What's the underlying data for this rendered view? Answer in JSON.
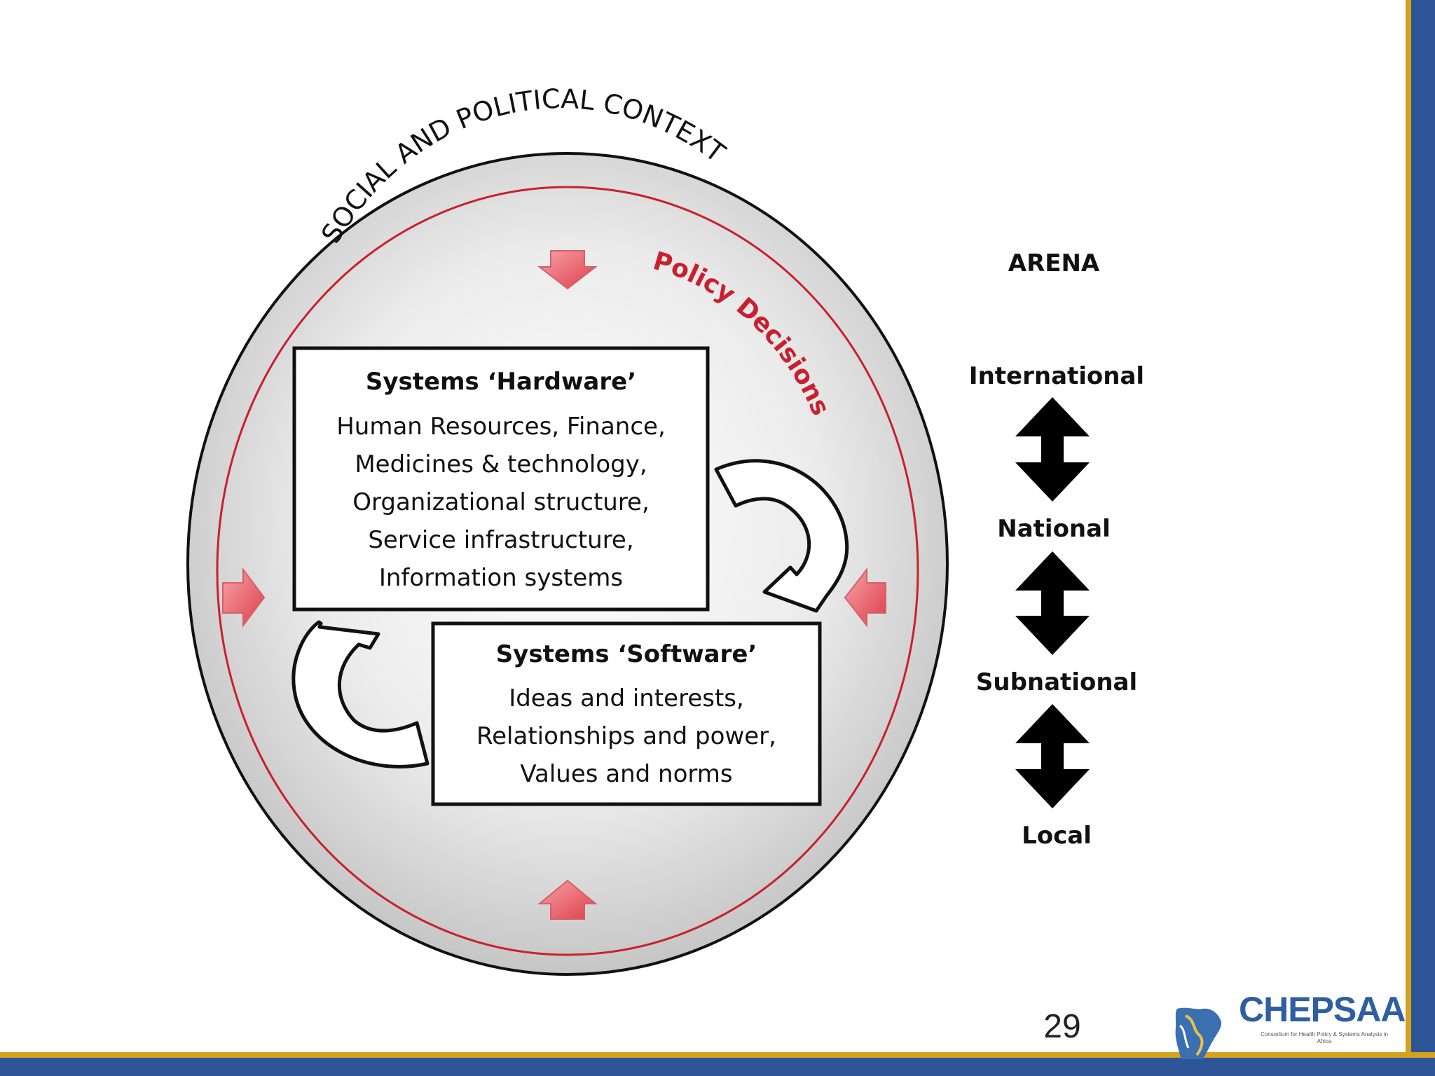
{
  "diagram": {
    "outer_label": "SOCIAL AND POLITICAL CONTEXT",
    "inner_label": "Policy Decisions",
    "hardware": {
      "title": "Systems ‘Hardware’",
      "lines": [
        "Human Resources, Finance,",
        "Medicines & technology,",
        "Organizational structure,",
        "Service infrastructure,",
        "Information systems"
      ]
    },
    "software": {
      "title": "Systems ‘Software’",
      "lines": [
        "Ideas and interests,",
        "Relationships and power,",
        "Values and norms"
      ]
    }
  },
  "arena": {
    "title": "ARENA",
    "levels": [
      "International",
      "National",
      "Subnational",
      "Local"
    ]
  },
  "slide": {
    "page_number": "29"
  },
  "logo": {
    "name": "CHEPSAA",
    "tagline": "Consortium for Health Policy & Systems Analysis in Africa"
  },
  "colors": {
    "frame_blue": "#2e5597",
    "frame_gold": "#d4a21c",
    "policy_red": "#c8202f",
    "arrow_pink": "#e8555e"
  }
}
